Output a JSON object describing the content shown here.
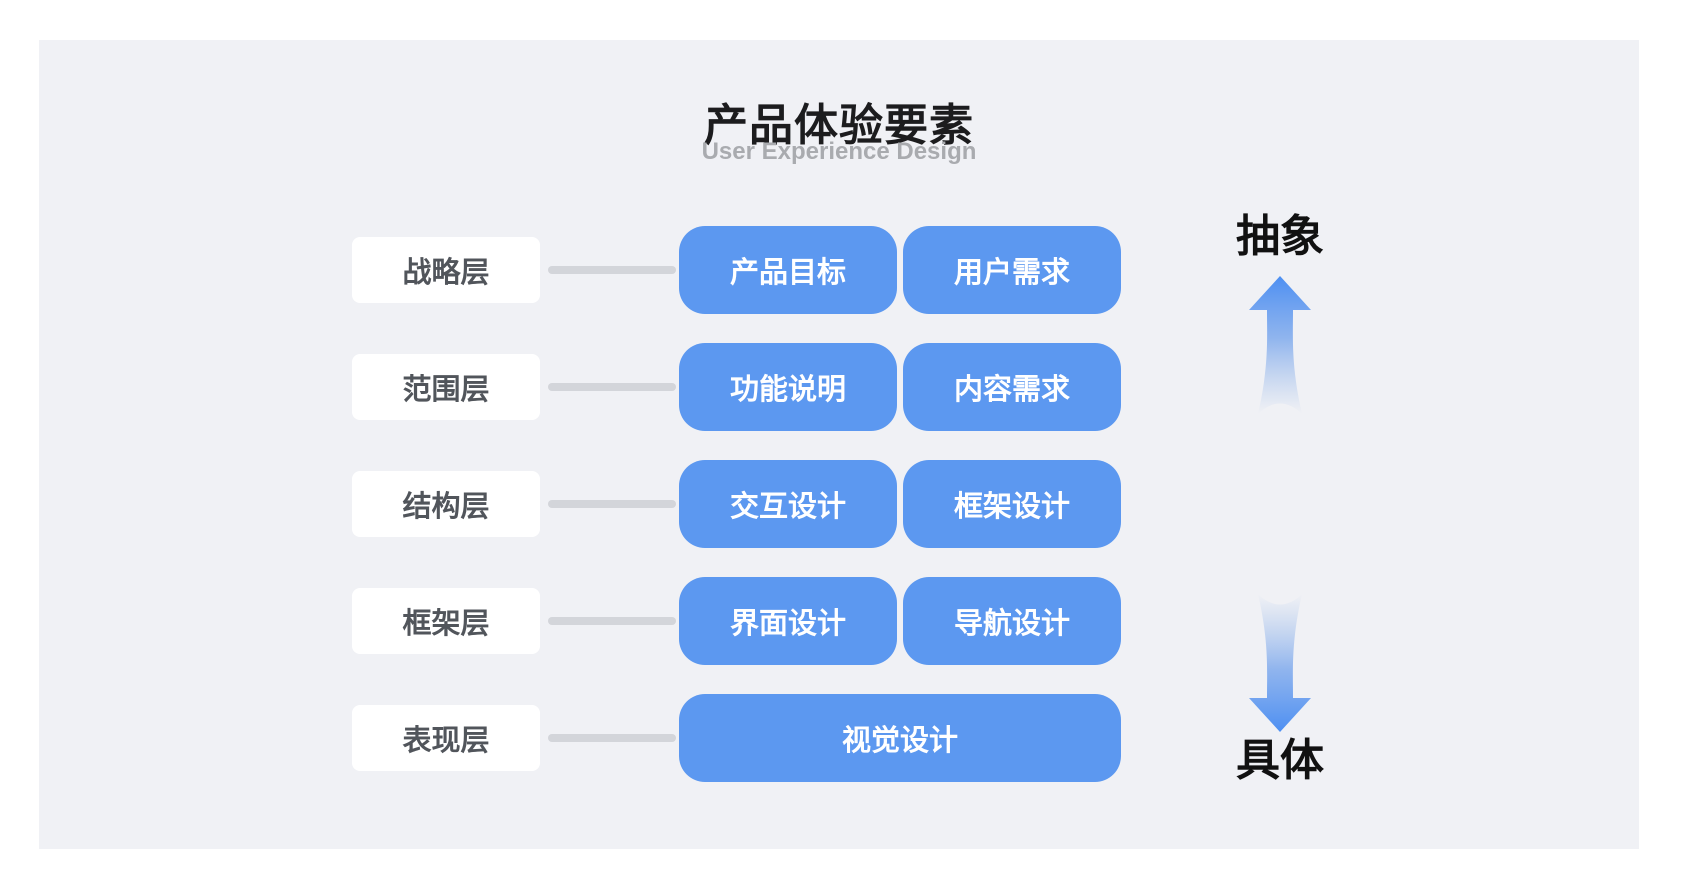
{
  "header": {
    "title": "产品体验要素",
    "subtitle": "User Experience Design"
  },
  "rows": [
    {
      "label": "战略层",
      "boxes": [
        "产品目标",
        "用户需求"
      ]
    },
    {
      "label": "范围层",
      "boxes": [
        "功能说明",
        "内容需求"
      ]
    },
    {
      "label": "结构层",
      "boxes": [
        "交互设计",
        "框架设计"
      ]
    },
    {
      "label": "框架层",
      "boxes": [
        "界面设计",
        "导航设计"
      ]
    },
    {
      "label": "表现层",
      "boxes": [
        "视觉设计"
      ]
    }
  ],
  "axis": {
    "top_label": "抽象",
    "bottom_label": "具体",
    "up_icon": "up-arrow-icon",
    "down_icon": "down-arrow-icon"
  },
  "colors": {
    "panel_background": "#F0F1F5",
    "page_background": "#FFFFFF",
    "box_blue": "#5C98F0",
    "box_text": "#FFFFFF",
    "label_background": "#FFFFFF",
    "label_text": "#51555B",
    "connector_gray": "#D3D5DA",
    "title_text": "#1C1C1E",
    "subtitle_text": "#A9ABAF",
    "axis_text": "#111111"
  }
}
